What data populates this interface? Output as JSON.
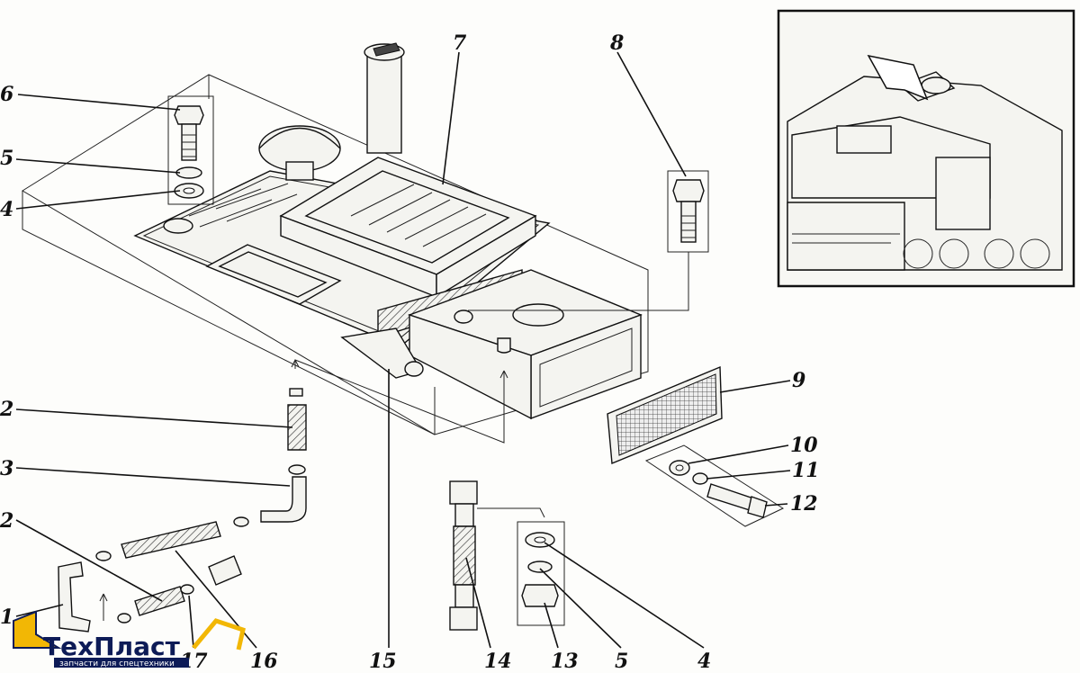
{
  "callouts": [
    {
      "id": "c1",
      "label": "1"
    },
    {
      "id": "c2a",
      "label": "2"
    },
    {
      "id": "c2b",
      "label": "2"
    },
    {
      "id": "c3",
      "label": "3"
    },
    {
      "id": "c4a",
      "label": "4"
    },
    {
      "id": "c4b",
      "label": "4"
    },
    {
      "id": "c5a",
      "label": "5"
    },
    {
      "id": "c5b",
      "label": "5"
    },
    {
      "id": "c6",
      "label": "6"
    },
    {
      "id": "c7",
      "label": "7"
    },
    {
      "id": "c8",
      "label": "8"
    },
    {
      "id": "c9",
      "label": "9"
    },
    {
      "id": "c10",
      "label": "10"
    },
    {
      "id": "c11",
      "label": "11"
    },
    {
      "id": "c12",
      "label": "12"
    },
    {
      "id": "c13",
      "label": "13"
    },
    {
      "id": "c14",
      "label": "14"
    },
    {
      "id": "c15",
      "label": "15"
    },
    {
      "id": "c16",
      "label": "16"
    },
    {
      "id": "c17",
      "label": "17"
    }
  ],
  "logo": {
    "name": "ТехПласт",
    "tagline": "запчасти для спецтехники",
    "brand_color": "#0d1b57",
    "accent_color": "#f2b705"
  },
  "inset": {
    "icon": "tracked-vehicle-cab-illustration"
  }
}
